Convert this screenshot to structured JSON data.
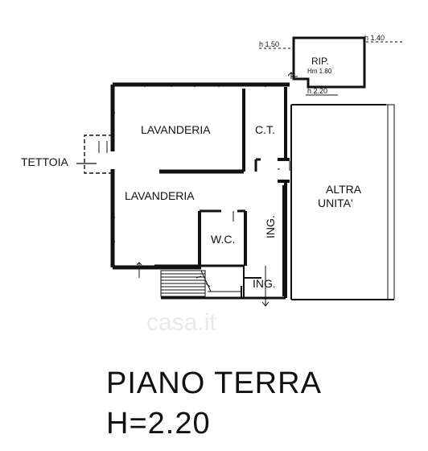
{
  "plan": {
    "rooms": {
      "lavanderia_top": "LAVANDERIA",
      "ct": "C.T.",
      "lavanderia_bottom": "LAVANDERIA",
      "wc": "W.C.",
      "ing_vertical": "ING.",
      "ing_bottom": "ING.",
      "altra_unita_line1": "ALTRA",
      "altra_unita_line2": "UNITA'",
      "tettoia": "TETTOIA",
      "rip": "RIP.",
      "rip_height": "Hm 1.80"
    },
    "heights": {
      "h150": "h 1.50",
      "h140": "h 1.40",
      "h220": "h 2.20"
    }
  },
  "title": {
    "line1": "PIANO TERRA",
    "line2": "H=2.20"
  },
  "watermark": "casa.it"
}
